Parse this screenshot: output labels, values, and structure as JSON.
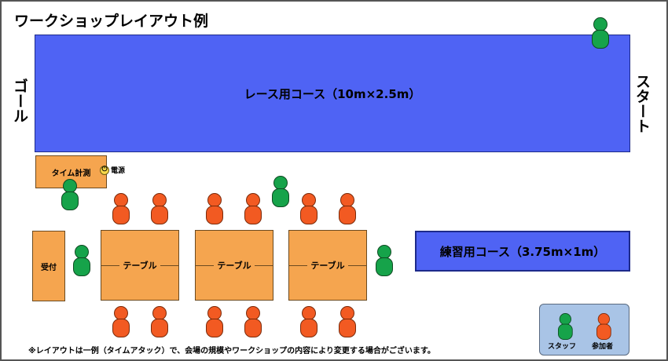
{
  "title": "ワークショップレイアウト例",
  "race_course": "レース用コース（10m×2.5m）",
  "practice_course": "練習用コース（3.75m×1m）",
  "goal_label": "ゴール",
  "start_label": "スタート",
  "timing_label": "タイム計測",
  "power_label": "電源",
  "power_icon": "power-icon",
  "reception_label": "受付",
  "table_label": "テーブル",
  "legend": {
    "staff": "スタッフ",
    "participant": "参加者"
  },
  "footnote": "※レイアウトは一例（タイムアタック）で、会場の規模やワークショップの内容により変更する場合がございます。",
  "colors": {
    "course": "#4f63f4",
    "table": "#f5a54f",
    "staff": "#16a34a",
    "participant": "#f25a22",
    "legend_bg": "#a9c4e6"
  }
}
